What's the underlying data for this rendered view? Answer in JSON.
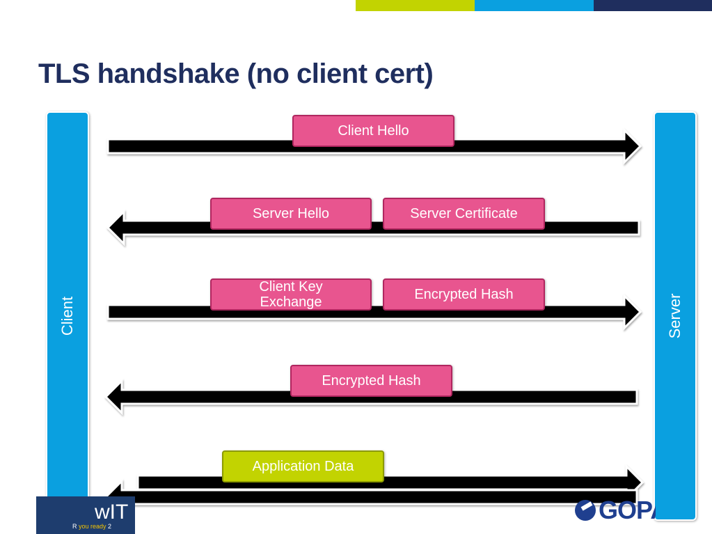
{
  "title": "TLS handshake (no client cert)",
  "colors": {
    "title": "#1f2e5e",
    "pillar": "#0aa0e0",
    "message": "#e8558f",
    "message_alt": "#c2d301",
    "arrow": "#000000",
    "bar_green": "#c2d301",
    "bar_blue": "#0aa0e0",
    "bar_navy": "#1f2e5e"
  },
  "participants": {
    "left": "Client",
    "right": "Server"
  },
  "messages": [
    {
      "direction": "client-to-server",
      "labels": [
        "Client Hello"
      ]
    },
    {
      "direction": "server-to-client",
      "labels": [
        "Server Hello",
        "Server Certificate"
      ]
    },
    {
      "direction": "client-to-server",
      "labels": [
        "Client Key Exchange",
        "Encrypted Hash"
      ]
    },
    {
      "direction": "server-to-client",
      "labels": [
        "Encrypted Hash"
      ]
    },
    {
      "direction": "bidirectional",
      "labels": [
        "Application Data"
      ]
    }
  ],
  "logos": {
    "left_main": "wIT",
    "left_tagline_prefix": "R ",
    "left_tagline_highlight": "you ready",
    "left_tagline_suffix": " 2",
    "right_word": "GOPA"
  }
}
